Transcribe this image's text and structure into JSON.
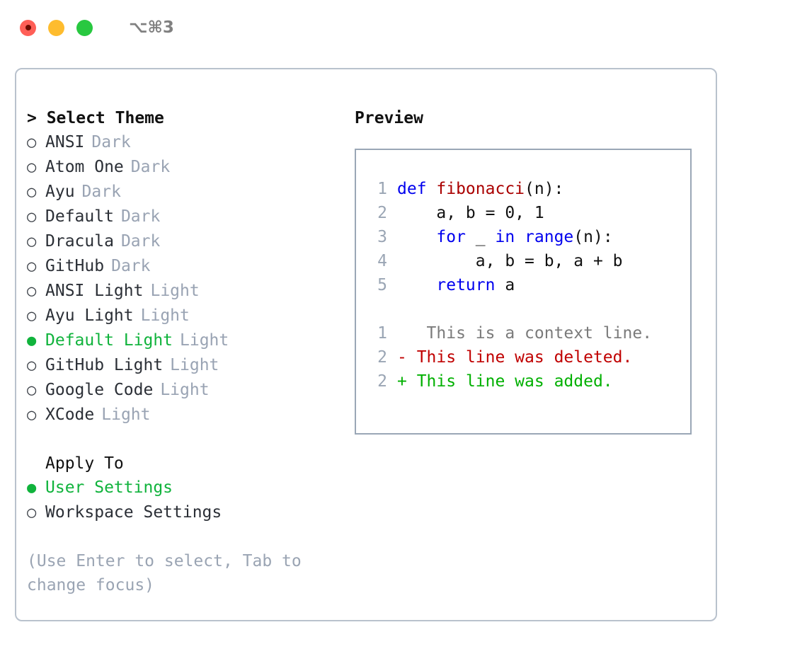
{
  "titlebar": {
    "lights": [
      "close",
      "minimize",
      "zoom"
    ],
    "shortcut": "⌥⌘3"
  },
  "theme_list": {
    "header": "> Select Theme",
    "marker_selected": "●",
    "marker_unselected": "○",
    "items": [
      {
        "name": "ANSI",
        "kind": "Dark",
        "selected": false
      },
      {
        "name": "Atom One",
        "kind": "Dark",
        "selected": false
      },
      {
        "name": "Ayu",
        "kind": "Dark",
        "selected": false
      },
      {
        "name": "Default",
        "kind": "Dark",
        "selected": false
      },
      {
        "name": "Dracula",
        "kind": "Dark",
        "selected": false
      },
      {
        "name": "GitHub",
        "kind": "Dark",
        "selected": false
      },
      {
        "name": "ANSI Light",
        "kind": "Light",
        "selected": false
      },
      {
        "name": "Ayu Light",
        "kind": "Light",
        "selected": false
      },
      {
        "name": "Default Light",
        "kind": "Light",
        "selected": true
      },
      {
        "name": "GitHub Light",
        "kind": "Light",
        "selected": false
      },
      {
        "name": "Google Code",
        "kind": "Light",
        "selected": false
      },
      {
        "name": "XCode",
        "kind": "Light",
        "selected": false
      }
    ]
  },
  "apply_to": {
    "header": "Apply To",
    "items": [
      {
        "name": "User Settings",
        "selected": true
      },
      {
        "name": "Workspace Settings",
        "selected": false
      }
    ]
  },
  "hint": "(Use Enter to select, Tab to change focus)",
  "preview": {
    "title": "Preview",
    "code_lines": [
      {
        "no": "1",
        "tokens": [
          {
            "t": "def ",
            "c": "kw"
          },
          {
            "t": "fibonacci",
            "c": "fn"
          },
          {
            "t": "(n):",
            "c": "plain"
          }
        ]
      },
      {
        "no": "2",
        "tokens": [
          {
            "t": "    a, b = 0, 1",
            "c": "plain"
          }
        ]
      },
      {
        "no": "3",
        "tokens": [
          {
            "t": "    ",
            "c": "plain"
          },
          {
            "t": "for",
            "c": "kw"
          },
          {
            "t": " _ ",
            "c": "plain"
          },
          {
            "t": "in",
            "c": "kw"
          },
          {
            "t": " ",
            "c": "plain"
          },
          {
            "t": "range",
            "c": "kw"
          },
          {
            "t": "(n):",
            "c": "plain"
          }
        ]
      },
      {
        "no": "4",
        "tokens": [
          {
            "t": "        a, b = b, a + b",
            "c": "plain"
          }
        ]
      },
      {
        "no": "5",
        "tokens": [
          {
            "t": "    ",
            "c": "plain"
          },
          {
            "t": "return",
            "c": "kw"
          },
          {
            "t": " a",
            "c": "plain"
          }
        ]
      }
    ],
    "diff_lines": [
      {
        "no": "1",
        "sign": " ",
        "text": "  This is a context line.",
        "kind": "ctx"
      },
      {
        "no": "2",
        "sign": "-",
        "text": " This line was deleted.",
        "kind": "del"
      },
      {
        "no": "2",
        "sign": "+",
        "text": " This line was added.",
        "kind": "add"
      }
    ]
  },
  "colors": {
    "accent_green": "#10b33c",
    "muted": "#99a3b3",
    "keyword": "#0000ee",
    "function": "#aa0000",
    "diff_add": "#00b000",
    "diff_del": "#c00000",
    "border": "#b9c2cd"
  }
}
